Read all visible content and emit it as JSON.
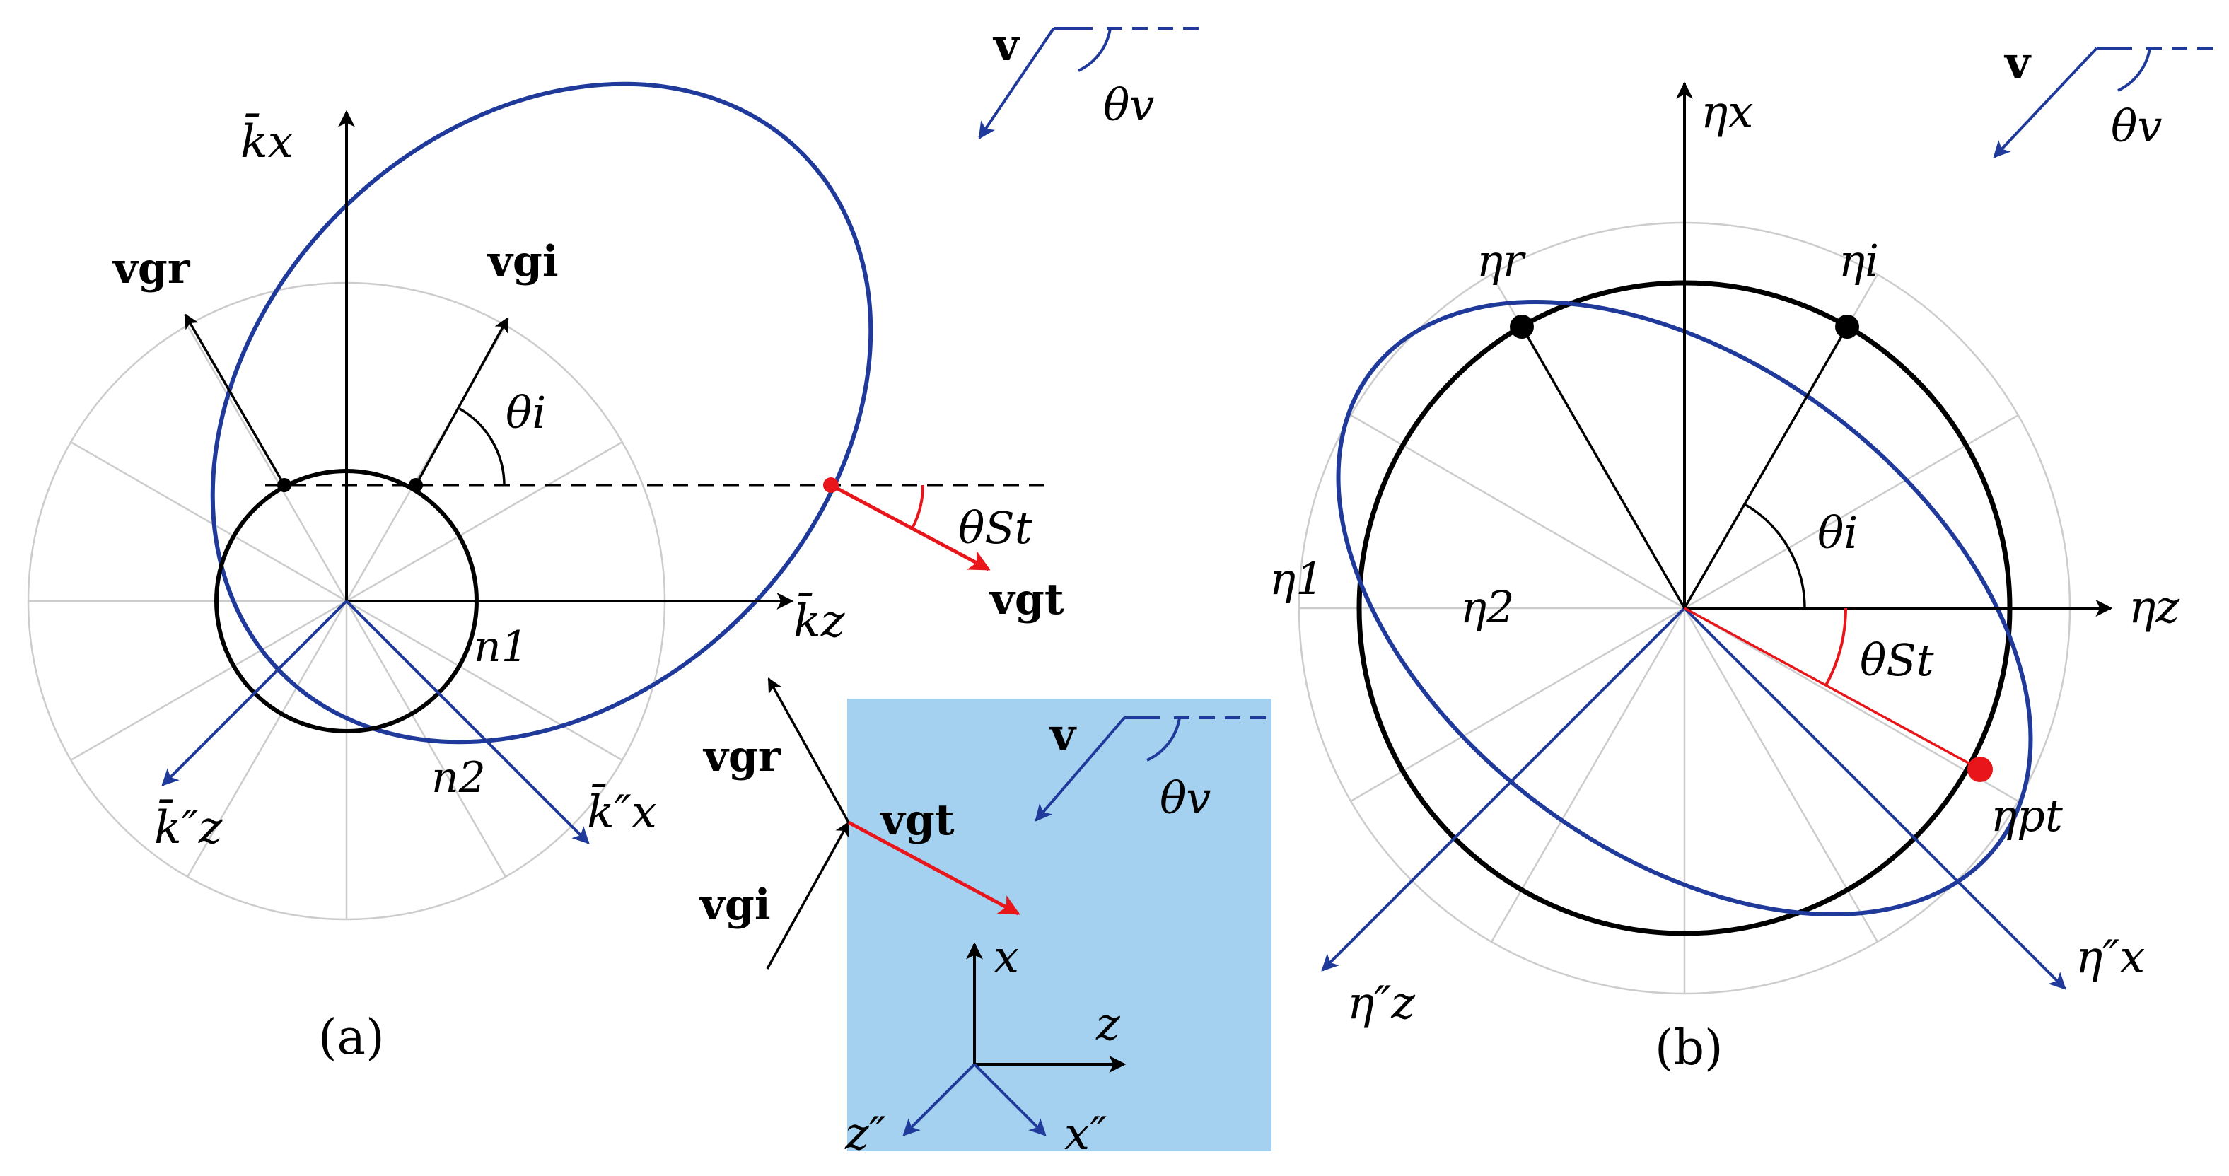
{
  "colors": {
    "blue": "#1f3a9a",
    "red": "#e8161b",
    "black": "#000000",
    "grid": "#cccccc",
    "medium_fill": "#a5d1f0"
  },
  "panel_a": {
    "caption": "(a)",
    "axes": {
      "kx": "k̄x",
      "kz": "k̄z",
      "kz_pp": "k̄″z",
      "kx_pp": "k̄″x"
    },
    "circle_labels": {
      "n1": "n1",
      "n2": "n2"
    },
    "vectors": {
      "vgr": "vgr",
      "vgi": "vgi",
      "vgt": "vgt"
    },
    "angles": {
      "theta_i": "θi",
      "theta_St": "θSt"
    },
    "v_legend": {
      "v": "v",
      "theta_v": "θv"
    }
  },
  "inset": {
    "vectors": {
      "vgr": "vgr",
      "vgi": "vgi",
      "vgt": "vgt"
    },
    "axes": {
      "x": "x",
      "z": "z",
      "z_pp": "z″",
      "x_pp": "x″"
    },
    "v_legend": {
      "v": "v",
      "theta_v": "θv"
    }
  },
  "panel_b": {
    "caption": "(b)",
    "axes": {
      "eta_x": "ηx",
      "eta_z": "ηz",
      "eta_z_pp": "η″z",
      "eta_x_pp": "η″x"
    },
    "points": {
      "eta_r": "ηr",
      "eta_i": "ηi",
      "eta_pt": "ηpt"
    },
    "circle_labels": {
      "eta1": "η1",
      "eta2": "η2"
    },
    "angles": {
      "theta_i": "θi",
      "theta_St": "θSt"
    },
    "v_legend": {
      "v": "v",
      "theta_v": "θv"
    }
  }
}
